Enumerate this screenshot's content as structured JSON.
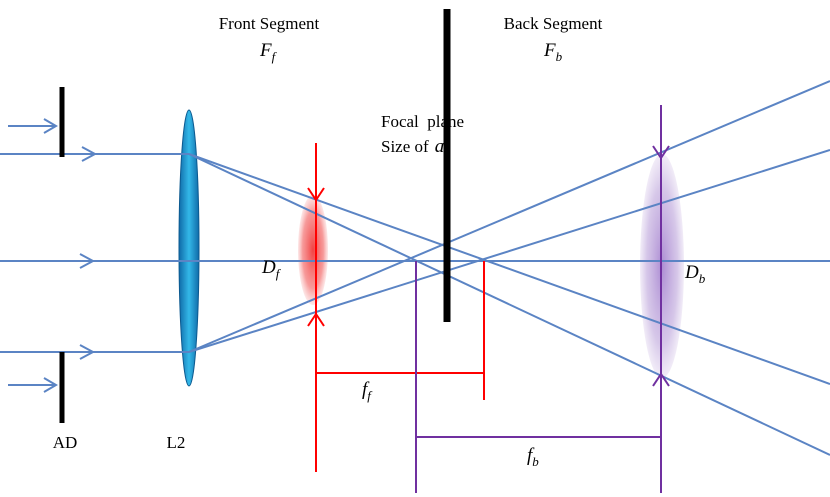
{
  "labels": {
    "front_title": "Front Segment",
    "front_symbol": "F",
    "front_symbol_sub": "f",
    "back_title": "Back Segment",
    "back_symbol": "F",
    "back_symbol_sub": "b",
    "focal_plane_line1": "Focal  plane",
    "focal_plane_line2": "Size of",
    "focal_plane_var": "a",
    "df_symbol": "D",
    "df_sub": "f",
    "db_symbol": "D",
    "db_sub": "b",
    "ff_symbol": "f",
    "ff_sub": "f",
    "fb_symbol": "f",
    "fb_sub": "b",
    "ad": "AD",
    "l2": "L2"
  },
  "colors": {
    "ray": "#5b84c4",
    "aperture": "#000000",
    "lens_l2": "#1ba1d8",
    "front_lens": "#f06262",
    "front_marker": "#ff0000",
    "back_lens": "#a98bd0",
    "back_marker": "#7030a0",
    "text": "#000000"
  }
}
